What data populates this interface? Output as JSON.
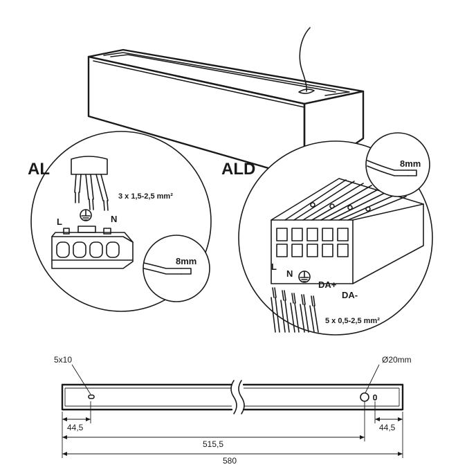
{
  "variants": {
    "al": {
      "title": "AL",
      "cable_spec": "3 x 1,5-2,5 mm²",
      "terminal_left": "L",
      "terminal_right": "N",
      "strip_length": "8mm"
    },
    "ald": {
      "title": "ALD",
      "cable_spec": "5 x 0,5-2,5 mm²",
      "terminal_l": "L",
      "terminal_n": "N",
      "terminal_da_plus": "DA+",
      "terminal_da_minus": "DA-",
      "strip_length": "8mm"
    }
  },
  "dimensions": {
    "slot_size": "5x10",
    "hole_diameter": "Ø20mm",
    "left_offset": "44,5",
    "right_offset": "44,5",
    "hole_span": "515,5",
    "total_length": "580"
  },
  "colors": {
    "line": "#1a1a1a",
    "background": "#ffffff"
  }
}
